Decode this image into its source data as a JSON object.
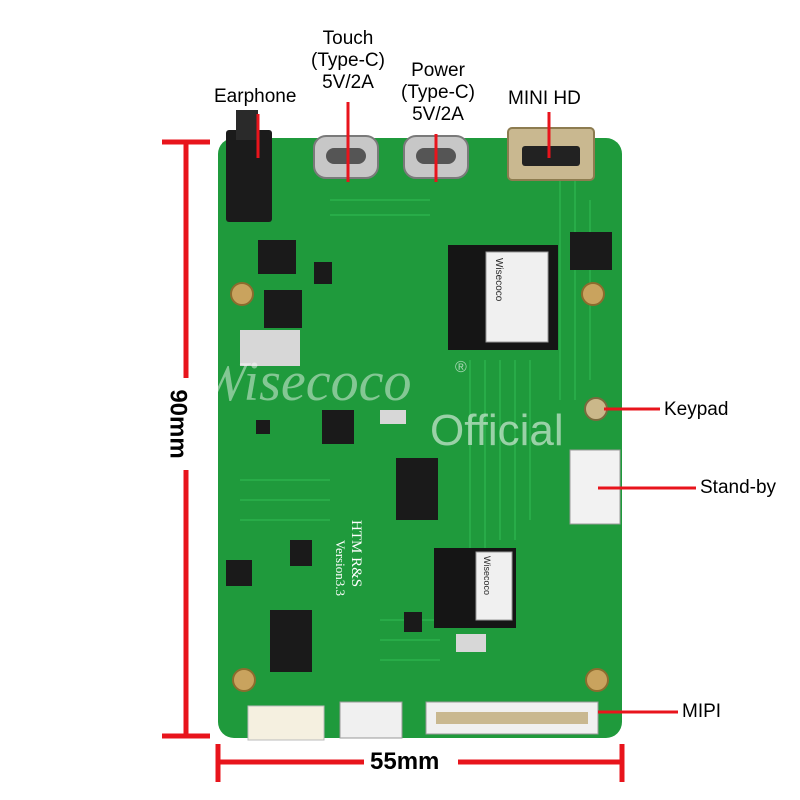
{
  "labels": {
    "earphone": "Earphone",
    "touch": [
      "Touch",
      "(Type-C)",
      "5V/2A"
    ],
    "power": [
      "Power",
      "(Type-C)",
      "5V/2A"
    ],
    "mini_hd": "MINI HD",
    "keypad": "Keypad",
    "standby": "Stand-by",
    "mipi": "MIPI"
  },
  "dimensions": {
    "height": "90mm",
    "width": "55mm"
  },
  "board_print": {
    "model": "HTM R&S",
    "version": "Version3.3",
    "chip_main": "Wisecoco",
    "chip_second": "Wisecoco"
  },
  "watermark": {
    "brand": "Wisecoco",
    "official": "Official",
    "mark": "®"
  },
  "colors": {
    "pcb": "#1f9a3c",
    "pcb_dark": "#15772b",
    "annotation": "#e8141c"
  }
}
